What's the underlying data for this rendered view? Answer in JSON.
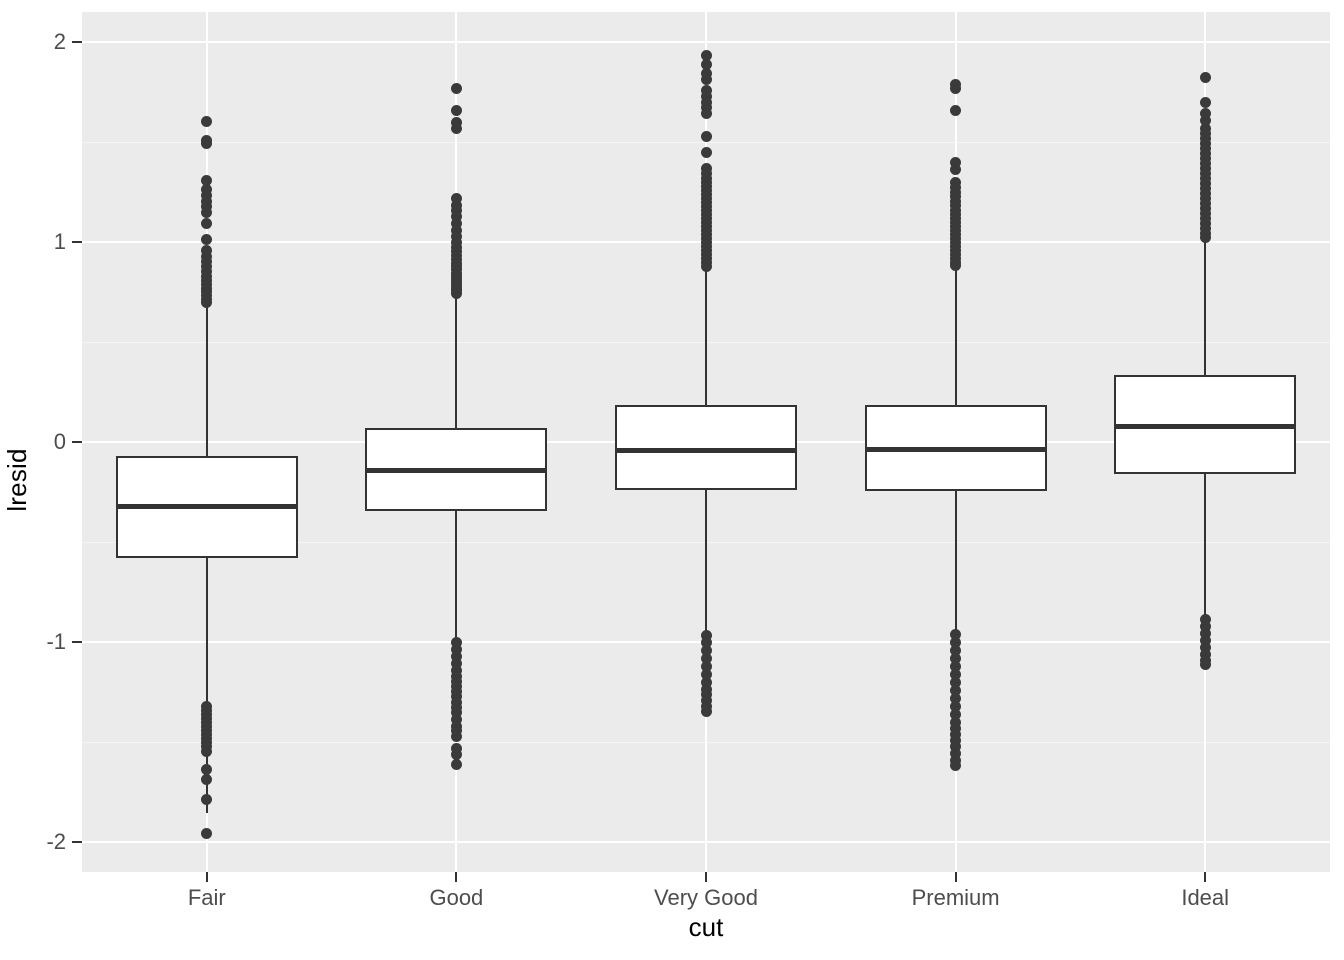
{
  "chart_data": {
    "type": "box",
    "title": "",
    "xlabel": "cut",
    "ylabel": "lresid",
    "categories": [
      "Fair",
      "Good",
      "Very Good",
      "Premium",
      "Ideal"
    ],
    "ylim": [
      -2.15,
      2.15
    ],
    "y_ticks": [
      -2,
      -1,
      0,
      1,
      2
    ],
    "y_tick_labels": [
      "-2",
      "-1",
      "0",
      "1",
      "2"
    ],
    "y_minor_ticks": [
      -1.5,
      -0.5,
      0.5,
      1.5
    ],
    "grid": true,
    "legend": "none",
    "panel_background": "#EBEBEB",
    "grid_color": "#FFFFFF",
    "box_fill": "#FFFFFF",
    "box_stroke": "#333333",
    "outlier_color": "#3A3A3A",
    "boxes": [
      {
        "category": "Fair",
        "lower_whisker": -1.855,
        "q1": -0.58,
        "median": -0.32,
        "q3": -0.07,
        "upper_whisker": 0.68,
        "outliers_upper": [
          1.605,
          1.51,
          1.495,
          1.31,
          1.265,
          1.235,
          1.205,
          1.18,
          1.15,
          1.095,
          1.015,
          0.96,
          0.93,
          0.905,
          0.88,
          0.855,
          0.83,
          0.81,
          0.79,
          0.77,
          0.755,
          0.735,
          0.715,
          0.7
        ],
        "outliers_lower": [
          -1.32,
          -1.34,
          -1.36,
          -1.38,
          -1.4,
          -1.42,
          -1.44,
          -1.46,
          -1.48,
          -1.5,
          -1.52,
          -1.545,
          -1.635,
          -1.685,
          -1.785,
          -1.955
        ]
      },
      {
        "category": "Good",
        "lower_whisker": -1.255,
        "q1": -0.345,
        "median": -0.14,
        "q3": 0.07,
        "upper_whisker": 0.74,
        "outliers_upper": [
          1.77,
          1.66,
          1.6,
          1.57,
          1.22,
          1.185,
          1.16,
          1.13,
          1.095,
          1.06,
          1.03,
          1.0,
          0.975,
          0.955,
          0.935,
          0.915,
          0.895,
          0.878,
          0.862,
          0.845,
          0.828,
          0.812,
          0.798,
          0.784,
          0.77,
          0.757,
          0.745
        ],
        "outliers_lower": [
          -1.0,
          -1.035,
          -1.07,
          -1.105,
          -1.14,
          -1.17,
          -1.195,
          -1.22,
          -1.245,
          -1.27,
          -1.3,
          -1.325,
          -1.35,
          -1.385,
          -1.42,
          -1.44,
          -1.47,
          -1.53,
          -1.56,
          -1.61
        ]
      },
      {
        "category": "Very Good",
        "lower_whisker": -0.945,
        "q1": -0.24,
        "median": -0.04,
        "q3": 0.185,
        "upper_whisker": 0.87,
        "outliers_upper": [
          1.935,
          1.89,
          1.845,
          1.815,
          1.76,
          1.73,
          1.7,
          1.675,
          1.645,
          1.53,
          1.45,
          1.37,
          1.345,
          1.32,
          1.3,
          1.28,
          1.26,
          1.24,
          1.22,
          1.2,
          1.18,
          1.16,
          1.14,
          1.12,
          1.1,
          1.08,
          1.06,
          1.04,
          1.02,
          1.0,
          0.98,
          0.96,
          0.94,
          0.92,
          0.9,
          0.88
        ],
        "outliers_lower": [
          -0.965,
          -1.0,
          -1.04,
          -1.08,
          -1.12,
          -1.16,
          -1.2,
          -1.235,
          -1.26,
          -1.29,
          -1.32,
          -1.345
        ]
      },
      {
        "category": "Premium",
        "lower_whisker": -0.945,
        "q1": -0.245,
        "median": -0.035,
        "q3": 0.185,
        "upper_whisker": 0.875,
        "outliers_upper": [
          1.79,
          1.77,
          1.66,
          1.4,
          1.365,
          1.3,
          1.275,
          1.25,
          1.23,
          1.205,
          1.185,
          1.16,
          1.14,
          1.12,
          1.1,
          1.08,
          1.06,
          1.04,
          1.02,
          1.0,
          0.98,
          0.96,
          0.94,
          0.92,
          0.9,
          0.885
        ],
        "outliers_lower": [
          -0.96,
          -1.0,
          -1.04,
          -1.08,
          -1.12,
          -1.16,
          -1.2,
          -1.24,
          -1.28,
          -1.32,
          -1.36,
          -1.4,
          -1.43,
          -1.46,
          -1.49,
          -1.52,
          -1.555,
          -1.59,
          -1.615
        ]
      },
      {
        "category": "Ideal",
        "lower_whisker": -0.87,
        "q1": -0.16,
        "median": 0.08,
        "q3": 0.335,
        "upper_whisker": 1.02,
        "outliers_upper": [
          1.825,
          1.7,
          1.645,
          1.61,
          1.57,
          1.545,
          1.52,
          1.495,
          1.47,
          1.445,
          1.42,
          1.395,
          1.37,
          1.345,
          1.32,
          1.295,
          1.27,
          1.245,
          1.22,
          1.195,
          1.17,
          1.145,
          1.12,
          1.095,
          1.07,
          1.045,
          1.025
        ],
        "outliers_lower": [
          -0.885,
          -0.92,
          -0.955,
          -0.99,
          -1.025,
          -1.06,
          -1.09,
          -1.11
        ]
      }
    ]
  }
}
